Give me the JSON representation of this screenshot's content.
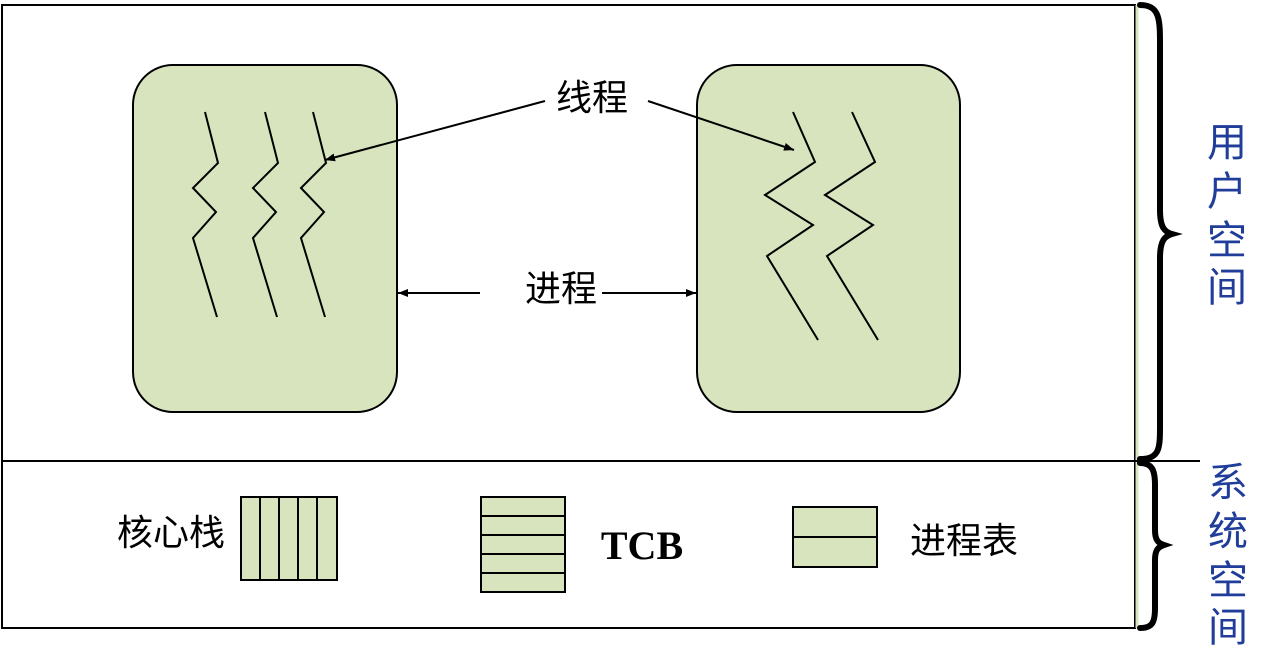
{
  "colors": {
    "fill": "#d7e4bd",
    "stroke": "#000000",
    "side_text": "#1f3d99",
    "guide_line": "#d7e4bd"
  },
  "labels": {
    "thread": "线程",
    "process": "进程",
    "kernel_stack": "核心栈",
    "tcb": "TCB",
    "process_table": "进程表"
  },
  "side_labels": {
    "user_space": [
      "用",
      "户",
      "空",
      "间"
    ],
    "system_space": [
      "系",
      "统",
      "空",
      "间"
    ]
  }
}
